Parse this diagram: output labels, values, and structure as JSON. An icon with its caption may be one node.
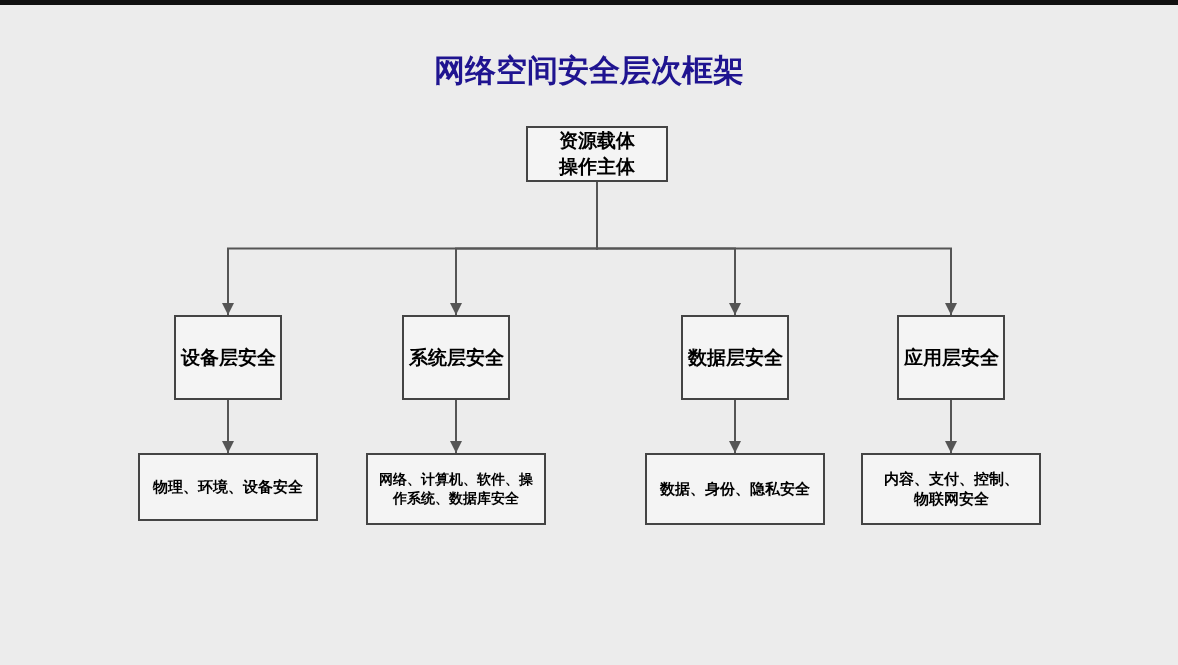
{
  "diagram": {
    "title": "网络空间安全层次框架",
    "nodes": [
      {
        "text": [
          "资源载体",
          "操作主体"
        ]
      },
      {
        "text": [
          "设备层安全"
        ]
      },
      {
        "text": [
          "系统层安全"
        ]
      },
      {
        "text": [
          "数据层安全"
        ]
      },
      {
        "text": [
          "应用层安全"
        ]
      },
      {
        "text": [
          "物理、环境、设备安全"
        ]
      },
      {
        "text": [
          "网络、计算机、软件、操作系统、数据库安全"
        ]
      },
      {
        "text": [
          "数据、身份、隐私安全"
        ]
      },
      {
        "text": [
          "内容、支付、控制、物联网安全"
        ]
      }
    ],
    "edges": [
      {
        "from": 0,
        "to": 1,
        "arrow": "to"
      },
      {
        "from": 0,
        "to": 2,
        "arrow": "to"
      },
      {
        "from": 0,
        "to": 3,
        "arrow": "to"
      },
      {
        "from": 0,
        "to": 4,
        "arrow": "to"
      },
      {
        "from": 1,
        "to": 5,
        "arrow": "to"
      },
      {
        "from": 2,
        "to": 6,
        "arrow": "to"
      },
      {
        "from": 3,
        "to": 7,
        "arrow": "to"
      },
      {
        "from": 4,
        "to": 8,
        "arrow": "to"
      }
    ]
  }
}
